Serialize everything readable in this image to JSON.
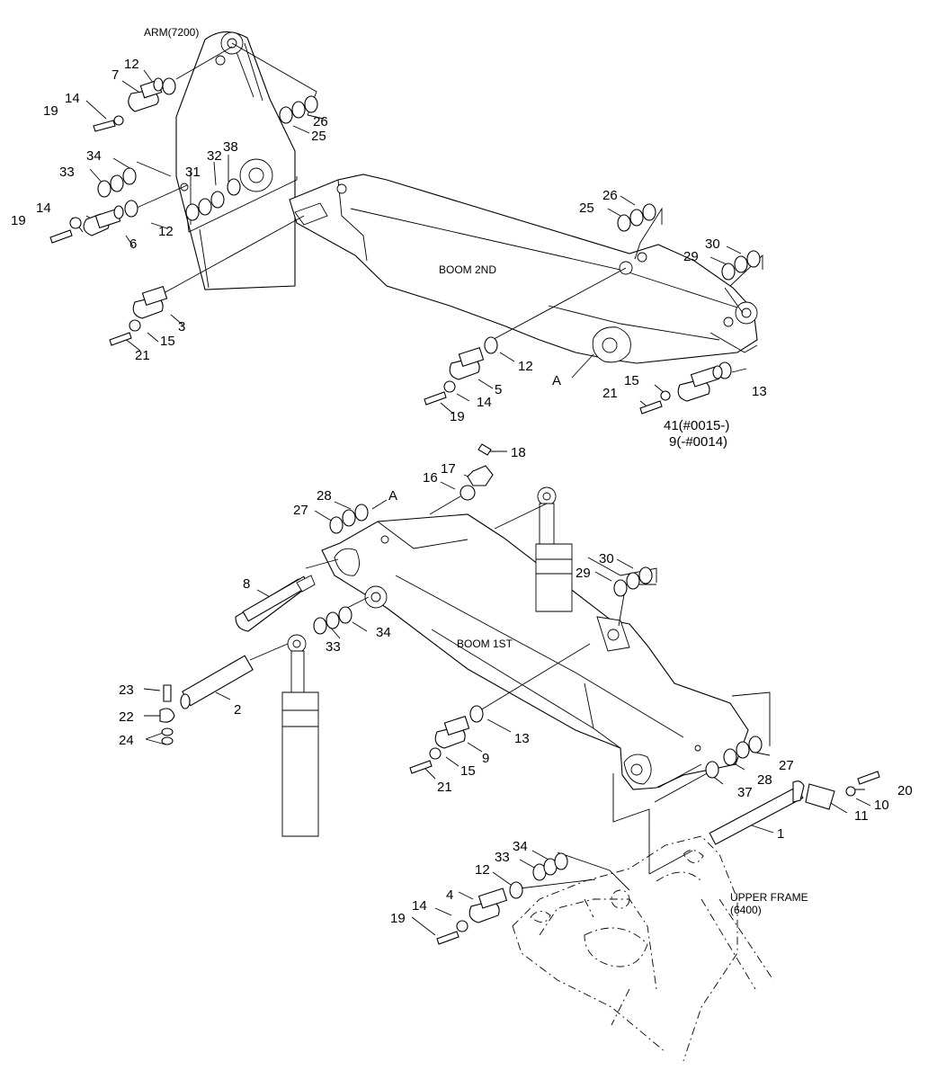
{
  "labels": {
    "arm": "ARM(7200)",
    "boom2": "BOOM 2ND",
    "boom1": "BOOM 1ST",
    "upper1": "UPPER FRAME",
    "upper2": "(6400)",
    "refA1": "A",
    "refA2": "A",
    "serial_new": "41(#0015-)",
    "serial_old": "9(-#0014)"
  },
  "callouts": {
    "c12a": "12",
    "c7": "7",
    "c14a": "14",
    "c19a": "19",
    "c26a": "26",
    "c25a": "25",
    "c34a": "34",
    "c33a": "33",
    "c31": "31",
    "c32": "32",
    "c38": "38",
    "c14b": "14",
    "c19b": "19",
    "c6": "6",
    "c12b": "12",
    "c26b": "26",
    "c25b": "25",
    "c30a": "30",
    "c29a": "29",
    "c3": "3",
    "c15a": "15",
    "c21a": "21",
    "c12c": "12",
    "c5": "5",
    "c14c": "14",
    "c19c": "19",
    "c15b": "15",
    "c21b": "21",
    "c13a": "13",
    "c18": "18",
    "c17": "17",
    "c16": "16",
    "c28a": "28",
    "c27a": "27",
    "c30b": "30",
    "c29b": "29",
    "c8": "8",
    "c34b": "34",
    "c33b": "33",
    "c23": "23",
    "c22": "22",
    "c24": "24",
    "c2": "2",
    "c13b": "13",
    "c9": "9",
    "c15c": "15",
    "c21c": "21",
    "c27b": "27",
    "c28b": "28",
    "c37": "37",
    "c20": "20",
    "c10": "10",
    "c11": "11",
    "c1": "1",
    "c34c": "34",
    "c33c": "33",
    "c12d": "12",
    "c4": "4",
    "c14d": "14",
    "c19d": "19"
  }
}
